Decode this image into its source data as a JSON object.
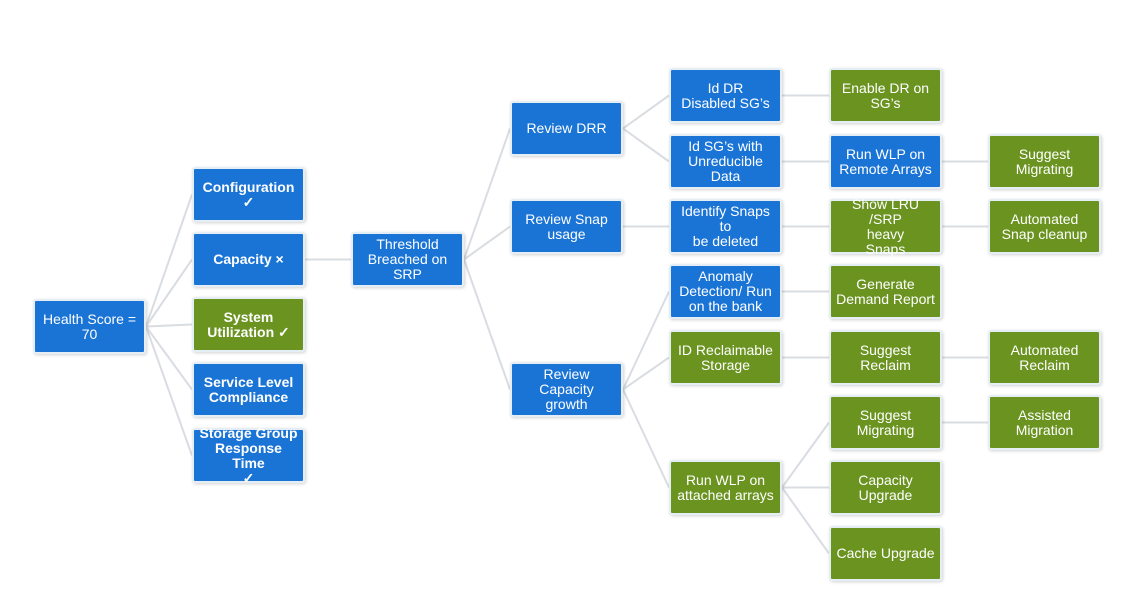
{
  "colors": {
    "blue": "#1a74d6",
    "green": "#6a9320",
    "connector": "#d9dde2"
  },
  "nodes": {
    "health_score": "Health Score =\n70",
    "configuration": "Configuration\n✓",
    "capacity": "Capacity ×",
    "system_utilization": "System\nUtilization ✓",
    "service_level": "Service Level\nCompliance",
    "storage_group": "Storage Group\nResponse Time\n✓",
    "threshold": "Threshold\nBreached on\nSRP",
    "review_drr": "Review DRR",
    "review_snap": "Review Snap\nusage",
    "review_capacity": "Review Capacity\ngrowth",
    "id_dr": "Id DR\nDisabled SG’s",
    "id_sgs": "Id SG’s with\nUnreducible\nData",
    "identify_snaps": "Identify Snaps to\nbe deleted",
    "anomaly": "Anomaly\nDetection/ Run\non the bank",
    "id_reclaimable": "ID Reclaimable\nStorage",
    "run_wlp_attached": "Run WLP on\nattached arrays",
    "enable_dr": "Enable DR on\nSG’s",
    "run_wlp_remote": "Run WLP on\nRemote Arrays",
    "show_lru": "Show LRU /SRP\nheavy\nSnaps",
    "generate_demand": "Generate\nDemand Report",
    "suggest_reclaim": "Suggest\nReclaim",
    "suggest_migrating_1": "Suggest\nMigrating",
    "capacity_upgrade": "Capacity\nUpgrade",
    "cache_upgrade": "Cache Upgrade",
    "suggest_migrating_2": "Suggest\nMigrating",
    "automated_snap": "Automated\nSnap cleanup",
    "automated_reclaim": "Automated\nReclaim",
    "assisted_migration": "Assisted\nMigration"
  }
}
